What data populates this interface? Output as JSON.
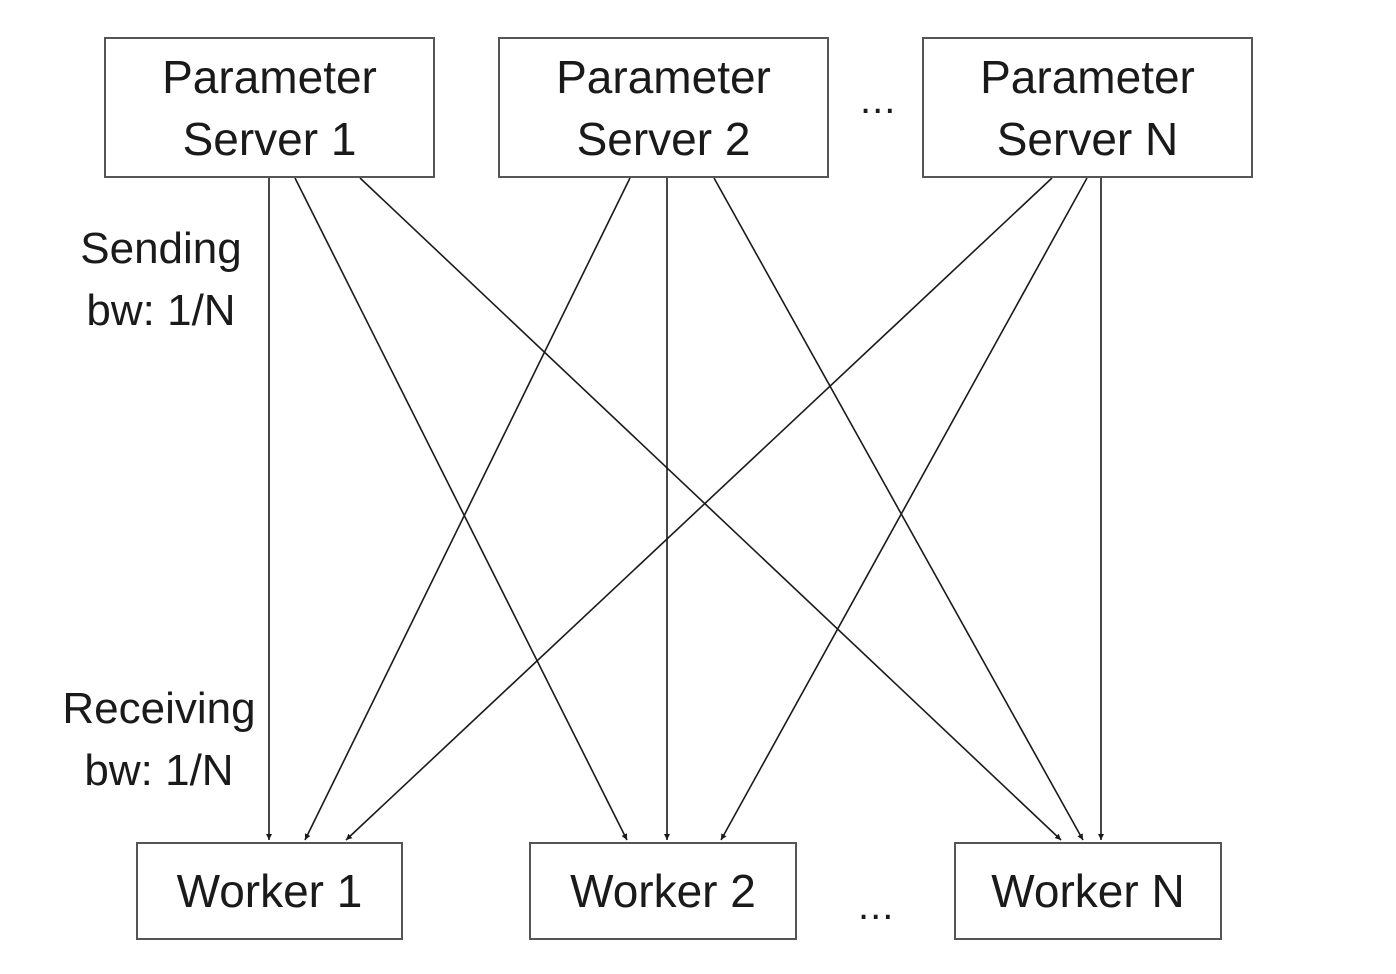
{
  "servers": [
    {
      "line1": "Parameter",
      "line2": "Server 1"
    },
    {
      "line1": "Parameter",
      "line2": "Server 2"
    },
    {
      "line1": "Parameter",
      "line2": "Server N"
    }
  ],
  "workers": [
    {
      "label": "Worker 1"
    },
    {
      "label": "Worker 2"
    },
    {
      "label": "Worker N"
    }
  ],
  "ellipsis": "...",
  "labels": {
    "sending_line1": "Sending",
    "sending_line2": "bw: 1/N",
    "receiving_line1": "Receiving",
    "receiving_line2": "bw: 1/N"
  },
  "colors": {
    "line": "#1a1a1a",
    "box_border": "#555555",
    "text": "#1a1a1a"
  }
}
